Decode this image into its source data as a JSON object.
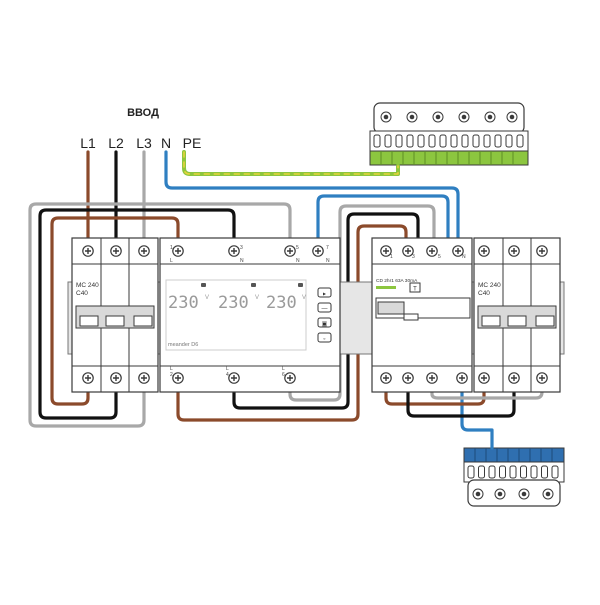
{
  "header": {
    "title": "ВВОД"
  },
  "inputs": {
    "l1": "L1",
    "l2": "L2",
    "l3": "L3",
    "n": "N",
    "pe": "PE"
  },
  "breaker_left": {
    "model": "MC 240",
    "rating": "C40"
  },
  "breaker_right": {
    "model": "MC 240",
    "rating": "C40"
  },
  "relay": {
    "voltages": [
      "230",
      "230",
      "230"
    ],
    "unit": "V",
    "brand": "meander D6",
    "top_terminals": [
      "1",
      "L",
      "3",
      "N",
      "5",
      "N",
      "7",
      "N"
    ],
    "bottom_terminals": [
      "2",
      "L",
      "4",
      "L",
      "6",
      "L"
    ],
    "buttons": [
      "▸",
      "—",
      "▣",
      "▫"
    ]
  },
  "rcd": {
    "label": "CD 2hr1 63A 30mA",
    "test": "T",
    "terminals": [
      "1",
      "3",
      "5",
      "N"
    ]
  },
  "colors": {
    "brown": "#8b4a2b",
    "black": "#111111",
    "grey": "#a8a8a8",
    "blue": "#2f7fc1",
    "pe_green": "#8cc63f",
    "pe_yellow": "#e8d33a",
    "n_bus": "#2f6fb0",
    "pe_bus": "#8cc63f",
    "device_stroke": "#3a3a3a"
  }
}
